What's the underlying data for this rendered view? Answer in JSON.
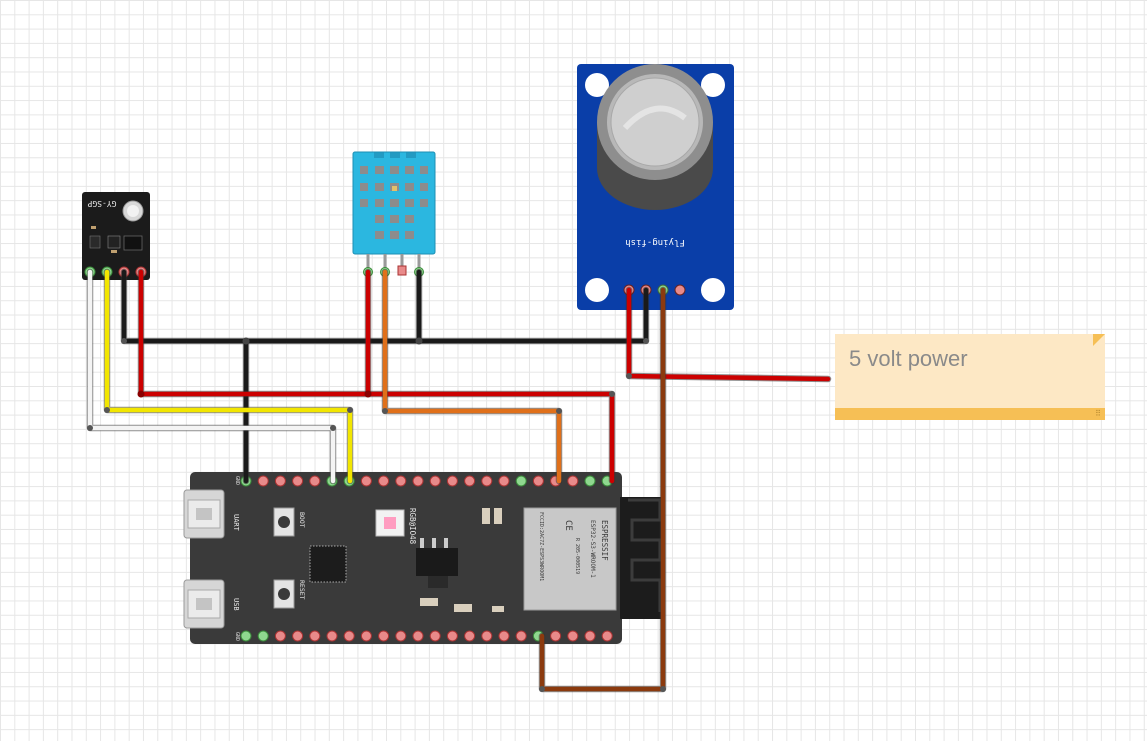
{
  "note": {
    "text": "5 volt power"
  },
  "modules": {
    "accel": {
      "label": "GY-SGP"
    },
    "gas": {
      "label": "Flying-fish"
    },
    "board": {
      "uart": "UART",
      "usb": "USB",
      "boot": "BOOT",
      "reset": "RESET",
      "rgb": "RGB@IO48",
      "gnd": "GND",
      "module_brand": "ESPRESSIF",
      "module_model": "ESP32-S3-WROOM-1",
      "module_fcc": "FCCID:2AC7Z-ESPS3WROOM1",
      "module_ce": "CE",
      "module_r": "R 205-000519"
    }
  },
  "colors": {
    "black": "#1a1a1a",
    "red": "#cc0000",
    "yellow": "#f2e600",
    "white": "#f4f4f4",
    "orange": "#e0701a",
    "brown": "#8b3a0e",
    "sensor_blue": "#0a3ea8",
    "dht_cyan": "#2bb7e0",
    "board": "#3a3a3a"
  }
}
